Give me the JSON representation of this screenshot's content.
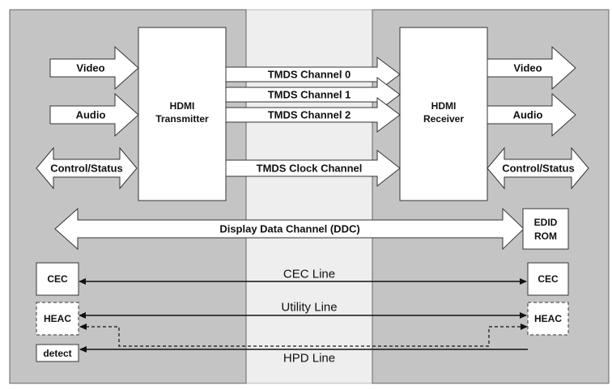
{
  "transmitter": {
    "label_line1": "HDMI",
    "label_line2": "Transmitter"
  },
  "receiver": {
    "label_line1": "HDMI",
    "label_line2": "Receiver"
  },
  "inputs": {
    "video": "Video",
    "audio": "Audio",
    "control": "Control/Status"
  },
  "outputs": {
    "video": "Video",
    "audio": "Audio",
    "control": "Control/Status"
  },
  "tmds": {
    "ch0": "TMDS Channel 0",
    "ch1": "TMDS Channel 1",
    "ch2": "TMDS Channel 2",
    "clock": "TMDS Clock Channel"
  },
  "ddc": "Display Data Channel (DDC)",
  "edid": {
    "line1": "EDID",
    "line2": "ROM"
  },
  "cec": {
    "left": "CEC",
    "right": "CEC",
    "line": "CEC Line"
  },
  "heac": {
    "left": "HEAC",
    "right": "HEAC",
    "line": "Utility Line"
  },
  "hpd": {
    "detect": "detect",
    "line": "HPD Line"
  },
  "colors": {
    "panel": "#c4c4c4",
    "box": "#ffffff",
    "stroke": "#333333"
  }
}
